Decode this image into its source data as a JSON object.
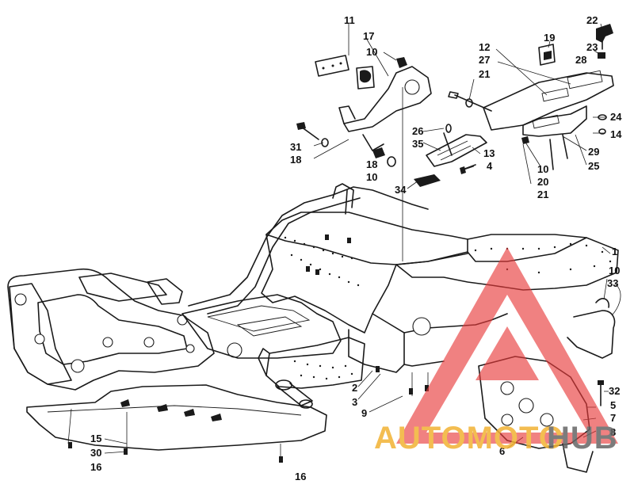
{
  "diagram": {
    "callouts": [
      {
        "id": "c11a",
        "text": "11"
      },
      {
        "id": "c17",
        "text": "17"
      },
      {
        "id": "c10a",
        "text": "10"
      },
      {
        "id": "c19",
        "text": "19"
      },
      {
        "id": "c22",
        "text": "22"
      },
      {
        "id": "c23",
        "text": "23"
      },
      {
        "id": "c12",
        "text": "12"
      },
      {
        "id": "c27",
        "text": "27"
      },
      {
        "id": "c28",
        "text": "28"
      },
      {
        "id": "c21a",
        "text": "21"
      },
      {
        "id": "c24",
        "text": "24"
      },
      {
        "id": "c14",
        "text": "14"
      },
      {
        "id": "c26",
        "text": "26"
      },
      {
        "id": "c35",
        "text": "35"
      },
      {
        "id": "c31",
        "text": "31"
      },
      {
        "id": "c18a",
        "text": "18"
      },
      {
        "id": "c13",
        "text": "13"
      },
      {
        "id": "c18b",
        "text": "18"
      },
      {
        "id": "c10b",
        "text": "10"
      },
      {
        "id": "c4",
        "text": "4"
      },
      {
        "id": "c10c",
        "text": "10"
      },
      {
        "id": "c20",
        "text": "20"
      },
      {
        "id": "c29",
        "text": "29"
      },
      {
        "id": "c25",
        "text": "25"
      },
      {
        "id": "c34",
        "text": "34"
      },
      {
        "id": "c21b",
        "text": "21"
      },
      {
        "id": "c1",
        "text": "1"
      },
      {
        "id": "c10d",
        "text": "10"
      },
      {
        "id": "c33",
        "text": "33"
      },
      {
        "id": "c2",
        "text": "2"
      },
      {
        "id": "c3",
        "text": "3"
      },
      {
        "id": "c9",
        "text": "9"
      },
      {
        "id": "c32",
        "text": "32"
      },
      {
        "id": "c5",
        "text": "5"
      },
      {
        "id": "c7",
        "text": "7"
      },
      {
        "id": "c8",
        "text": "8"
      },
      {
        "id": "c6",
        "text": "6"
      },
      {
        "id": "c15",
        "text": "15"
      },
      {
        "id": "c30",
        "text": "30"
      },
      {
        "id": "c16a",
        "text": "16"
      },
      {
        "id": "c16b",
        "text": "16"
      }
    ]
  },
  "watermark": {
    "brand_a": "AUTOMOTO",
    "brand_b": "HUB",
    "color_a": "#f2b233",
    "color_b": "#666666",
    "triangle_color": "#e83a3a"
  }
}
